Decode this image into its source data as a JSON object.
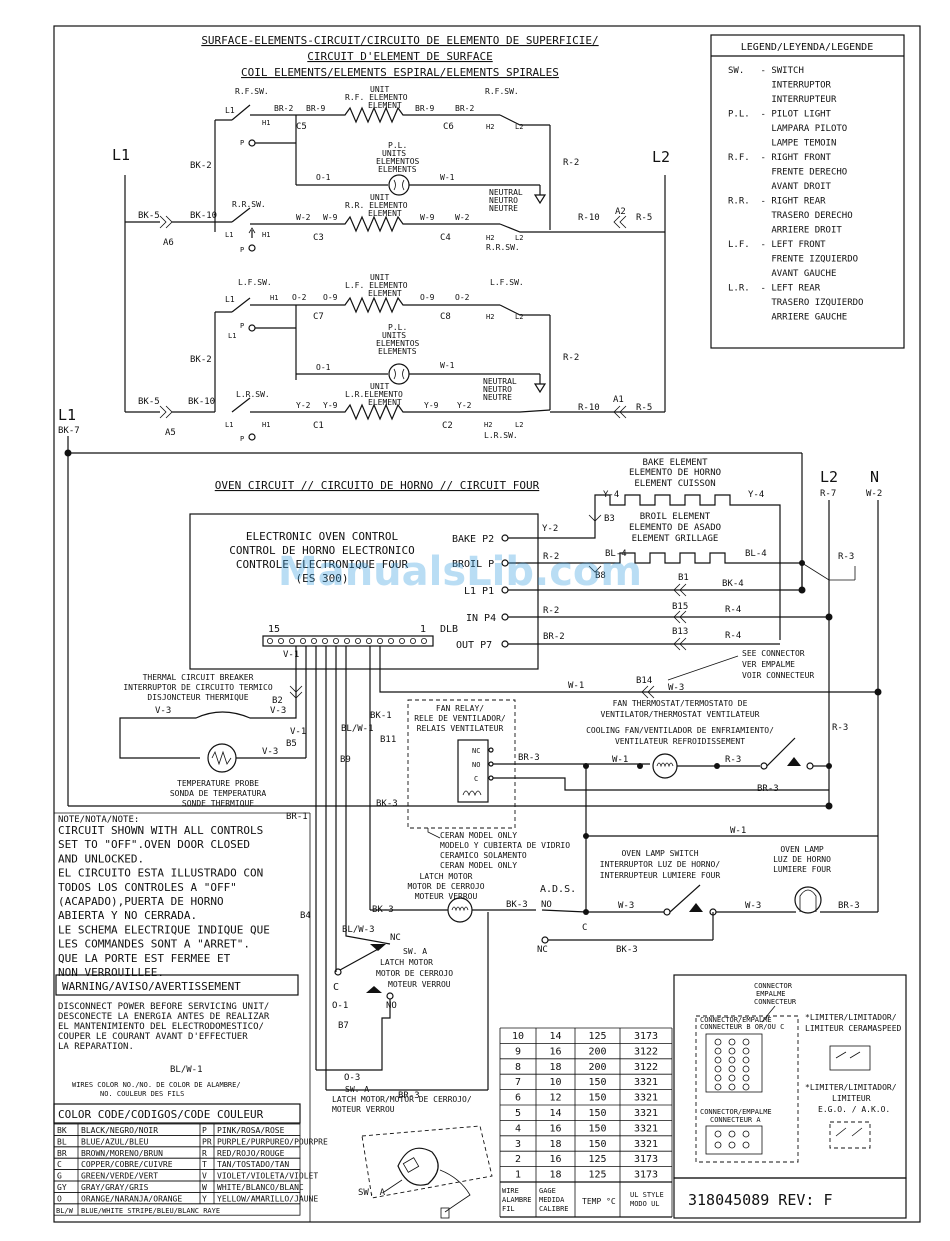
{
  "surface": {
    "title1": "SURFACE-ELEMENTS-CIRCUIT/CIRCUITO DE ELEMENTO DE SUPERFICIE/",
    "title2": "CIRCUIT D'ELEMENT DE SURFACE",
    "title3": "COIL ELEMENTS/ELEMENTS ESPIRAL/ELEMENTS SPIRALES",
    "l1": "L1",
    "l2": "L2",
    "rf_sw": "R.F.SW.",
    "rr_sw": "R.R.SW.",
    "lf_sw": "L.F.SW.",
    "lr_sw": "L.R.SW.",
    "unit_rf": "UNIT",
    "rf_elem": "R.F. ELEMENTO",
    "element": "ELEMENT",
    "unit_rr": "UNIT",
    "rr_elem": "R.R. ELEMENTO",
    "unit_lf": "UNIT",
    "lf_elem": "L.F. ELEMENTO",
    "unit_lr": "UNIT",
    "lr_elem": "L.R.ELEMENTO",
    "pl": "P.L.",
    "units": "UNITS",
    "elementos": "ELEMENTOS",
    "elements": "ELEMENTS",
    "neutral": "NEUTRAL",
    "neutro": "NEUTRO",
    "neutre": "NEUTRE",
    "br2": "BR-2",
    "br9": "BR-9",
    "c5": "C5",
    "c6": "C6",
    "bk2": "BK-2",
    "bk10": "BK-10",
    "bk5": "BK-5",
    "a6": "A6",
    "a5": "A5",
    "o1": "O-1",
    "w1": "W-1",
    "w2": "W-2",
    "w9": "W-9",
    "c3": "C3",
    "c4": "C4",
    "r2": "R-2",
    "r10": "R-10",
    "r5": "R-5",
    "a2": "A2",
    "a1": "A1",
    "o2": "O-2",
    "o9": "O-9",
    "c7": "C7",
    "c8": "C8",
    "y2": "Y-2",
    "y9": "Y-9",
    "c1": "C1",
    "c2": "C2",
    "l1t": "L1",
    "l2t": "L2",
    "h1": "H1",
    "h2": "H2",
    "p": "P"
  },
  "legend": {
    "title": "LEGEND/LEYENDA/LEGENDE",
    "lines": [
      "SW.   - SWITCH",
      "        INTERRUPTOR",
      "        INTERRUPTEUR",
      "P.L.  - PILOT LIGHT",
      "        LAMPARA PILOTO",
      "        LAMPE TEMOIN",
      "R.F.  - RIGHT FRONT",
      "        FRENTE DERECHO",
      "        AVANT DROIT",
      "R.R.  - RIGHT REAR",
      "        TRASERO DERECHO",
      "        ARRIERE DROIT",
      "L.F.  - LEFT FRONT",
      "        FRENTE IZQUIERDO",
      "        AVANT GAUCHE",
      "L.R.  - LEFT REAR",
      "        TRASERO IZQUIERDO",
      "        ARRIERE GAUCHE"
    ]
  },
  "oven": {
    "l1": "L1",
    "bk7": "BK-7",
    "l2": "L2",
    "r7": "R-7",
    "n": "N",
    "w2": "W-2",
    "title": "OVEN CIRCUIT // CIRCUITO DE HORNO // CIRCUIT FOUR",
    "eoc1": "ELECTRONIC OVEN CONTROL",
    "eoc2": "CONTROL DE HORNO ELECTRONICO",
    "eoc3": "CONTROLE ELECTRONIQUE FOUR",
    "eoc4": "(ES 300)",
    "bake_p2": "BAKE P2",
    "broil_p": "BROIL P",
    "l1_p1": "L1 P1",
    "in_p4": "IN P4",
    "out_p7": "OUT P7",
    "dlb_15": "15",
    "dlb_1": "1",
    "dlb": "DLB",
    "bake_el1": "BAKE ELEMENT",
    "bake_el2": "ELEMENTO DE HORNO",
    "bake_el3": "ELEMENT CUISSON",
    "broil_el1": "BROIL ELEMENT",
    "broil_el2": "ELEMENTO DE ASADO",
    "broil_el3": "ELEMENT GRILLAGE",
    "y4": "Y-4",
    "y2": "Y-2",
    "b3": "B3",
    "bl4": "BL-4",
    "bk4": "BK-4",
    "r2": "R-2",
    "r4": "R-4",
    "r3": "R-3",
    "br2": "BR-2",
    "b15": "B15",
    "b13": "B13",
    "b14": "B14",
    "b8": "B8",
    "b1": "B1",
    "see1": "SEE CONNECTOR",
    "see2": "VER EMPALME",
    "see3": "VOIR CONNECTEUR",
    "w1": "W-1",
    "w3": "W-3",
    "tcb1": "THERMAL CIRCUIT BREAKER",
    "tcb2": "INTERRUPTOR DE CIRCUITO TERMICO",
    "tcb3": "DISJONCTEUR THERMIQUE",
    "v1": "V-1",
    "v3": "V-3",
    "b2": "B2",
    "b5": "B5",
    "b9": "B9",
    "b11": "B11",
    "b4": "B4",
    "b7": "B7",
    "blw1": "BL/W-1",
    "bk1": "BK-1",
    "bk3": "BK-3",
    "br1": "BR-1",
    "br3": "BR-3",
    "tp1": "TEMPERATURE PROBE",
    "tp2": "SONDA DE TEMPERATURA",
    "tp3": "SONDE THERMIQUE",
    "fr1": "FAN RELAY/",
    "fr2": "RELE DE VENTILADOR/",
    "fr3": "RELAIS VENTILATEUR",
    "nc": "NC",
    "no": "NO",
    "c": "C",
    "ft1": "FAN THERMOSTAT/TERMOSTATO DE",
    "ft2": "VENTILATOR/THERMOSTAT VENTILATEUR",
    "cf1": "COOLING FAN/VENTILADOR DE ENFRIAMIENTO/",
    "cf2": "VENTILATEUR REFROIDISSEMENT",
    "cer1": "CERAN MODEL ONLY",
    "cer2": "MODELO Y CUBIERTA DE VIDRIO",
    "cer3": "CERAMICO SOLAMENTO",
    "cer4": "CERAN MODEL ONLY",
    "ols1": "OVEN LAMP SWITCH",
    "ols2": "INTERRUPTOR LUZ DE HORNO/",
    "ols3": "INTERRUPTEUR LUMIERE FOUR",
    "ol1": "OVEN LAMP",
    "ol2": "LUZ DE HORNO",
    "ol3": "LUMIERE FOUR",
    "lm1": "LATCH MOTOR",
    "lm2": "MOTOR DE CERROJO",
    "lm3": "MOTEUR VERROU",
    "ads": "A.D.S.",
    "swa1": "SW. A",
    "swa2": "LATCH MOTOR",
    "swa3": "MOTOR DE CERROJO",
    "swa4": "MOTEUR VERROU",
    "blw3": "BL/W-3",
    "o1": "O-1",
    "o3": "O-3"
  },
  "note": {
    "head": "NOTE/NOTA/NOTE:",
    "lines": [
      "CIRCUIT SHOWN WITH ALL CONTROLS",
      "SET TO \"OFF\".OVEN DOOR CLOSED",
      "AND UNLOCKED.",
      "EL CIRCUITO ESTA ILLUSTRADO CON",
      "TODOS LOS CONTROLES A \"OFF\"",
      "(ACAPADO),PUERTA DE HORNO",
      "ABIERTA Y NO CERRADA.",
      "LE SCHEMA ELECTRIQUE INDIQUE QUE",
      "LES COMMANDES SONT A \"ARRET\".",
      "QUE LA PORTE EST FERMEE ET",
      "NON VERROUILLEE."
    ]
  },
  "warning": {
    "title": "WARNING/AVISO/AVERTISSEMENT",
    "lines": [
      "DISCONNECT POWER BEFORE SERVICING UNIT/",
      "DESCONECTE LA ENERGIA ANTES DE REALIZAR",
      "EL MANTENIMIENTO DEL ELECTRODOMESTICO/",
      "COUPER LE COURANT AVANT D'EFFECTUER",
      "LA REPARATION."
    ],
    "blw": "BL/W-1",
    "wc1": "WIRES COLOR NO./NO. DE COLOR DE ALAMBRE/",
    "wc2": "NO. COULEUR DES FILS"
  },
  "color_code": {
    "title": "COLOR CODE/CODIGOS/CODE COULEUR",
    "rows": [
      [
        "BK",
        "BLACK/NEGRO/NOIR",
        "P",
        "PINK/ROSA/ROSE"
      ],
      [
        "BL",
        "BLUE/AZUL/BLEU",
        "PR",
        "PURPLE/PURPUREO/POURPRE"
      ],
      [
        "BR",
        "BROWN/MORENO/BRUN",
        "R",
        "RED/ROJO/ROUGE"
      ],
      [
        "C",
        "COPPER/COBRE/CUIVRE",
        "T",
        "TAN/TOSTADO/TAN"
      ],
      [
        "G",
        "GREEN/VERDE/VERT",
        "V",
        "VIOLET/VIOLETA/VIOLET"
      ],
      [
        "GY",
        "GRAY/GRAY/GRIS",
        "W",
        "WHITE/BLANCO/BLANC"
      ],
      [
        "O",
        "ORANGE/NARANJA/ORANGE",
        "Y",
        "YELLOW/AMARILLO/JAUNE"
      ]
    ],
    "last_code": "BL/W",
    "last_text": "BLUE/WHITE STRIPE/BLEU/BLANC RAYE"
  },
  "wire_table": {
    "rows": [
      [
        "10",
        "14",
        "125",
        "3173"
      ],
      [
        "9",
        "16",
        "200",
        "3122"
      ],
      [
        "8",
        "18",
        "200",
        "3122"
      ],
      [
        "7",
        "10",
        "150",
        "3321"
      ],
      [
        "6",
        "12",
        "150",
        "3321"
      ],
      [
        "5",
        "14",
        "150",
        "3321"
      ],
      [
        "4",
        "16",
        "150",
        "3321"
      ],
      [
        "3",
        "18",
        "150",
        "3321"
      ],
      [
        "2",
        "16",
        "125",
        "3173"
      ],
      [
        "1",
        "18",
        "125",
        "3173"
      ]
    ],
    "h1a": "WIRE",
    "h1b": "ALAMBRE",
    "h1c": "FIL",
    "h2a": "GAGE",
    "h2b": "MEDIDA",
    "h2c": "CALIBRE",
    "h3": "TEMP °C",
    "h4a": "UL STYLE",
    "h4b": "MODO UL"
  },
  "swa_bottom": {
    "l1": "SW. A",
    "l2": "LATCH MOTOR/MOTOR DE CERROJO/",
    "l3": "MOTEUR VERROU",
    "lbl": "SW. A"
  },
  "connector": {
    "c1": "CONNECTOR",
    "c2": "EMPALME",
    "c3": "CONNECTEUR",
    "b1": "CONNECTOR/EMPALME",
    "b2": "CONNECTEUR B OR/OU C",
    "a1": "CONNECTOR/EMPALME",
    "a2": "CONNECTEUR A",
    "lim1": "*LIMITER/LIMITADOR/",
    "lim2": "LIMITEUR CERAMASPEED",
    "lim3": "*LIMITER/LIMITADOR/",
    "lim4": "LIMITEUR",
    "lim5": "E.G.O. / A.K.O."
  },
  "doc": {
    "part": "318045089 REV: F",
    "watermark": "ManualsLib.com"
  }
}
